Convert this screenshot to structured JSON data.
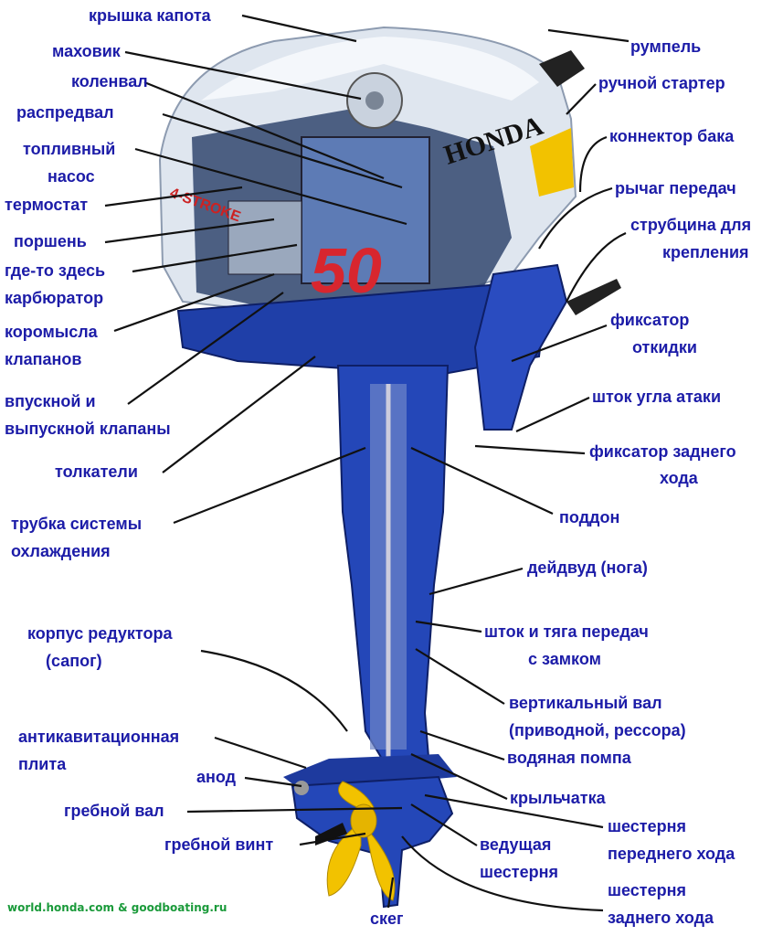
{
  "labels": {
    "hood_cover": "крышка капота",
    "flywheel": "маховик",
    "crankshaft": "коленвал",
    "camshaft": "распредвал",
    "fuel_pump_1": "топливный",
    "fuel_pump_2": "насос",
    "thermostat": "термостат",
    "piston": "поршень",
    "carb_1": "где-то здесь",
    "carb_2": "карбюратор",
    "rockers_1": "коромысла",
    "rockers_2": "клапанов",
    "valves_1": "впускной и",
    "valves_2": "выпускной клапаны",
    "pushrods": "толкатели",
    "cooling_1": "трубка системы",
    "cooling_2": "охлаждения",
    "gearcase_1": "корпус редуктора",
    "gearcase_2": "(сапог)",
    "antiCav_1": "антикавитационная",
    "antiCav_2": "плита",
    "anode": "анод",
    "prop_shaft": "гребной вал",
    "propeller": "гребной винт",
    "skeg": "скег",
    "tiller": "румпель",
    "starter": "ручной стартер",
    "tank_connector": "коннектор бака",
    "gear_lever": "рычаг передач",
    "clamp_1": "струбцина для",
    "clamp_2": "крепления",
    "tilt_lock_1": "фиксатор",
    "tilt_lock_2": "откидки",
    "trim_rod": "шток угла атаки",
    "reverse_lock_1": "фиксатор заднего",
    "reverse_lock_2": "хода",
    "oil_pan": "поддон",
    "leg": "дейдвуд (нога)",
    "shift_rod_1": "шток и тяга передач",
    "shift_rod_2": "с замком",
    "drive_shaft_1": "вертикальный вал",
    "drive_shaft_2": "(приводной, рессора)",
    "water_pump": "водяная помпа",
    "impeller": "крыльчатка",
    "fwd_gear_1": "шестерня",
    "fwd_gear_2": "переднего хода",
    "pinion_1": "ведущая",
    "pinion_2": "шестерня",
    "rev_gear_1": "шестерня",
    "rev_gear_2": "заднего хода"
  },
  "logo": {
    "brand": "HONDA",
    "badge": "4-STROKE",
    "power": "50"
  },
  "credit": "world.honda.com  &  goodboating.ru",
  "colors": {
    "label": "#1c1ca8",
    "credit": "#1a9a3a",
    "body_blue": "#1f3fa8",
    "cowl": "#dfe6ef",
    "prop": "#f2c200"
  }
}
